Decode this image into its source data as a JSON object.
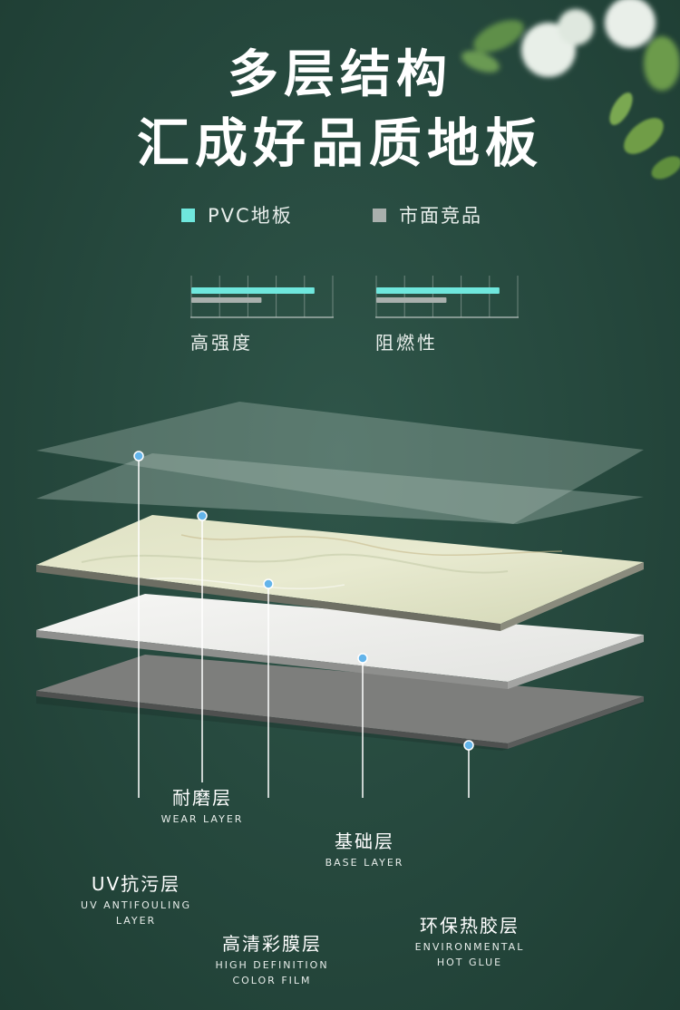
{
  "title": {
    "line1": "多层结构",
    "line2": "汇成好品质地板"
  },
  "legend": [
    {
      "label": "PVC地板",
      "color": "#6fe7dd"
    },
    {
      "label": "市面竞品",
      "color": "#a9b0ad"
    }
  ],
  "chart_data": [
    {
      "type": "bar",
      "title": "高强度",
      "series": [
        {
          "name": "PVC地板",
          "values": [
            0.86
          ]
        },
        {
          "name": "市面竞品",
          "values": [
            0.49
          ]
        }
      ]
    },
    {
      "type": "bar",
      "title": "阻燃性",
      "series": [
        {
          "name": "PVC地板",
          "values": [
            0.86
          ]
        },
        {
          "name": "市面竞品",
          "values": [
            0.49
          ]
        }
      ]
    }
  ],
  "layers": {
    "uv": {
      "cn": "UV抗污层",
      "en1": "UV ANTIFOULING",
      "en2": "LAYER"
    },
    "wear": {
      "cn": "耐磨层",
      "en1": "WEAR LAYER"
    },
    "color": {
      "cn": "高清彩膜层",
      "en1": "HIGH DEFINITION",
      "en2": "COLOR FILM"
    },
    "base": {
      "cn": "基础层",
      "en1": "BASE LAYER"
    },
    "glue": {
      "cn": "环保热胶层",
      "en1": "ENVIRONMENTAL",
      "en2": "HOT GLUE"
    }
  },
  "colors": {
    "pvc": "#6fe7dd",
    "competitor": "#a9b0ad",
    "dot": "#63b4ea",
    "background": "#274a3f"
  }
}
